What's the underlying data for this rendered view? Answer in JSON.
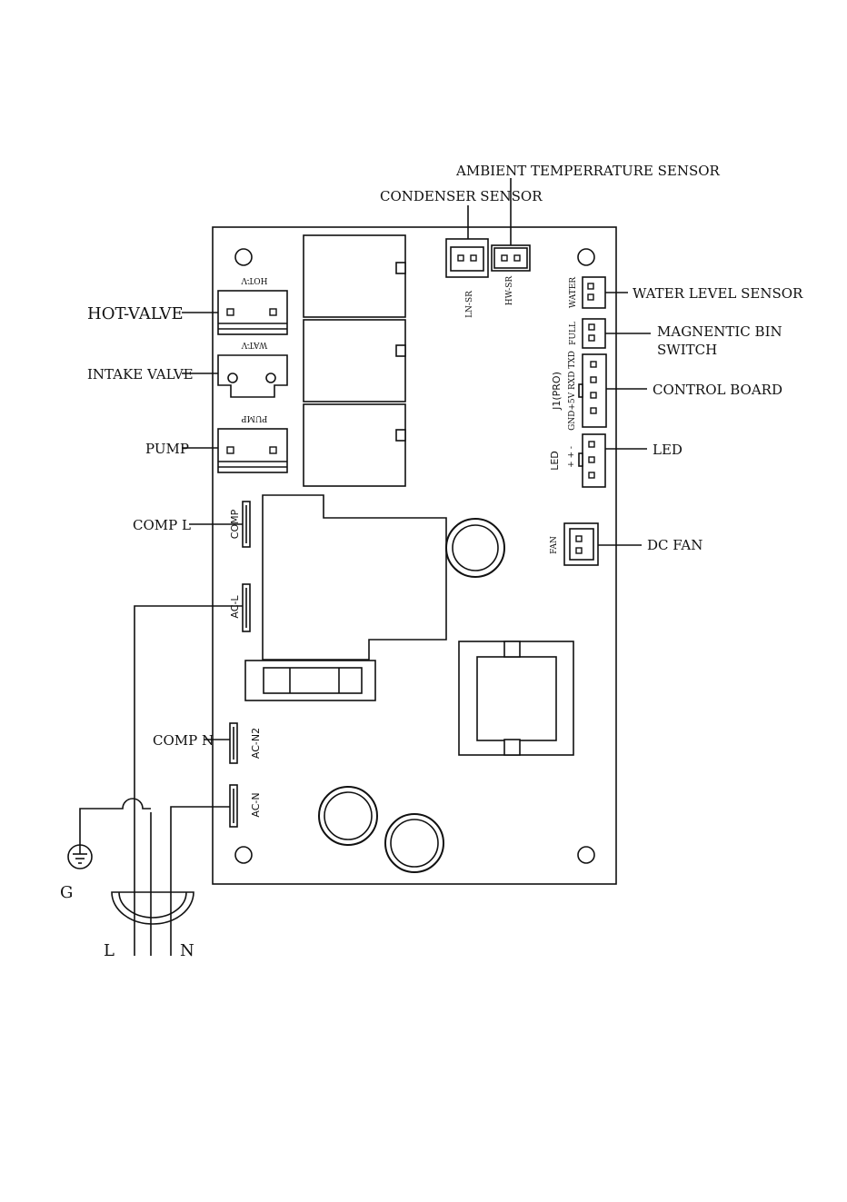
{
  "labels": {
    "ambient_sensor": "AMBIENT TEMPERRATURE SENSOR",
    "condenser_sensor": "CONDENSER SENSOR",
    "water_level_sensor": "WATER LEVEL SENSOR",
    "magnetic_bin_line1": "MAGNENTIC BIN",
    "magnetic_bin_line2": "SWITCH",
    "control_board": "CONTROL BOARD",
    "led": "LED",
    "dc_fan": "DC FAN",
    "hot_valve": "HOT-VALVE",
    "intake_valve": "INTAKE VALVE",
    "pump": "PUMP",
    "comp_l": "COMP L",
    "comp_n": "COMP N",
    "ground": "G",
    "line": "L",
    "neutral": "N"
  },
  "board_marks": {
    "hot_v": "HOT-V",
    "wat_v": "WAT-V",
    "pump": "PUMP",
    "ln_sr": "LN-SR",
    "hw_sr": "HW-SR",
    "water": "WATER",
    "full": "FULL",
    "j1_pro": "J1(PRO)",
    "j1_pins": "GND+5V RXD TXD",
    "led": "LED",
    "led_pins": "+ + -",
    "fan": "FAN",
    "comp": "COMP",
    "ac_l": "AC-L",
    "ac_n2": "AC-N2",
    "ac_n": "AC-N"
  }
}
